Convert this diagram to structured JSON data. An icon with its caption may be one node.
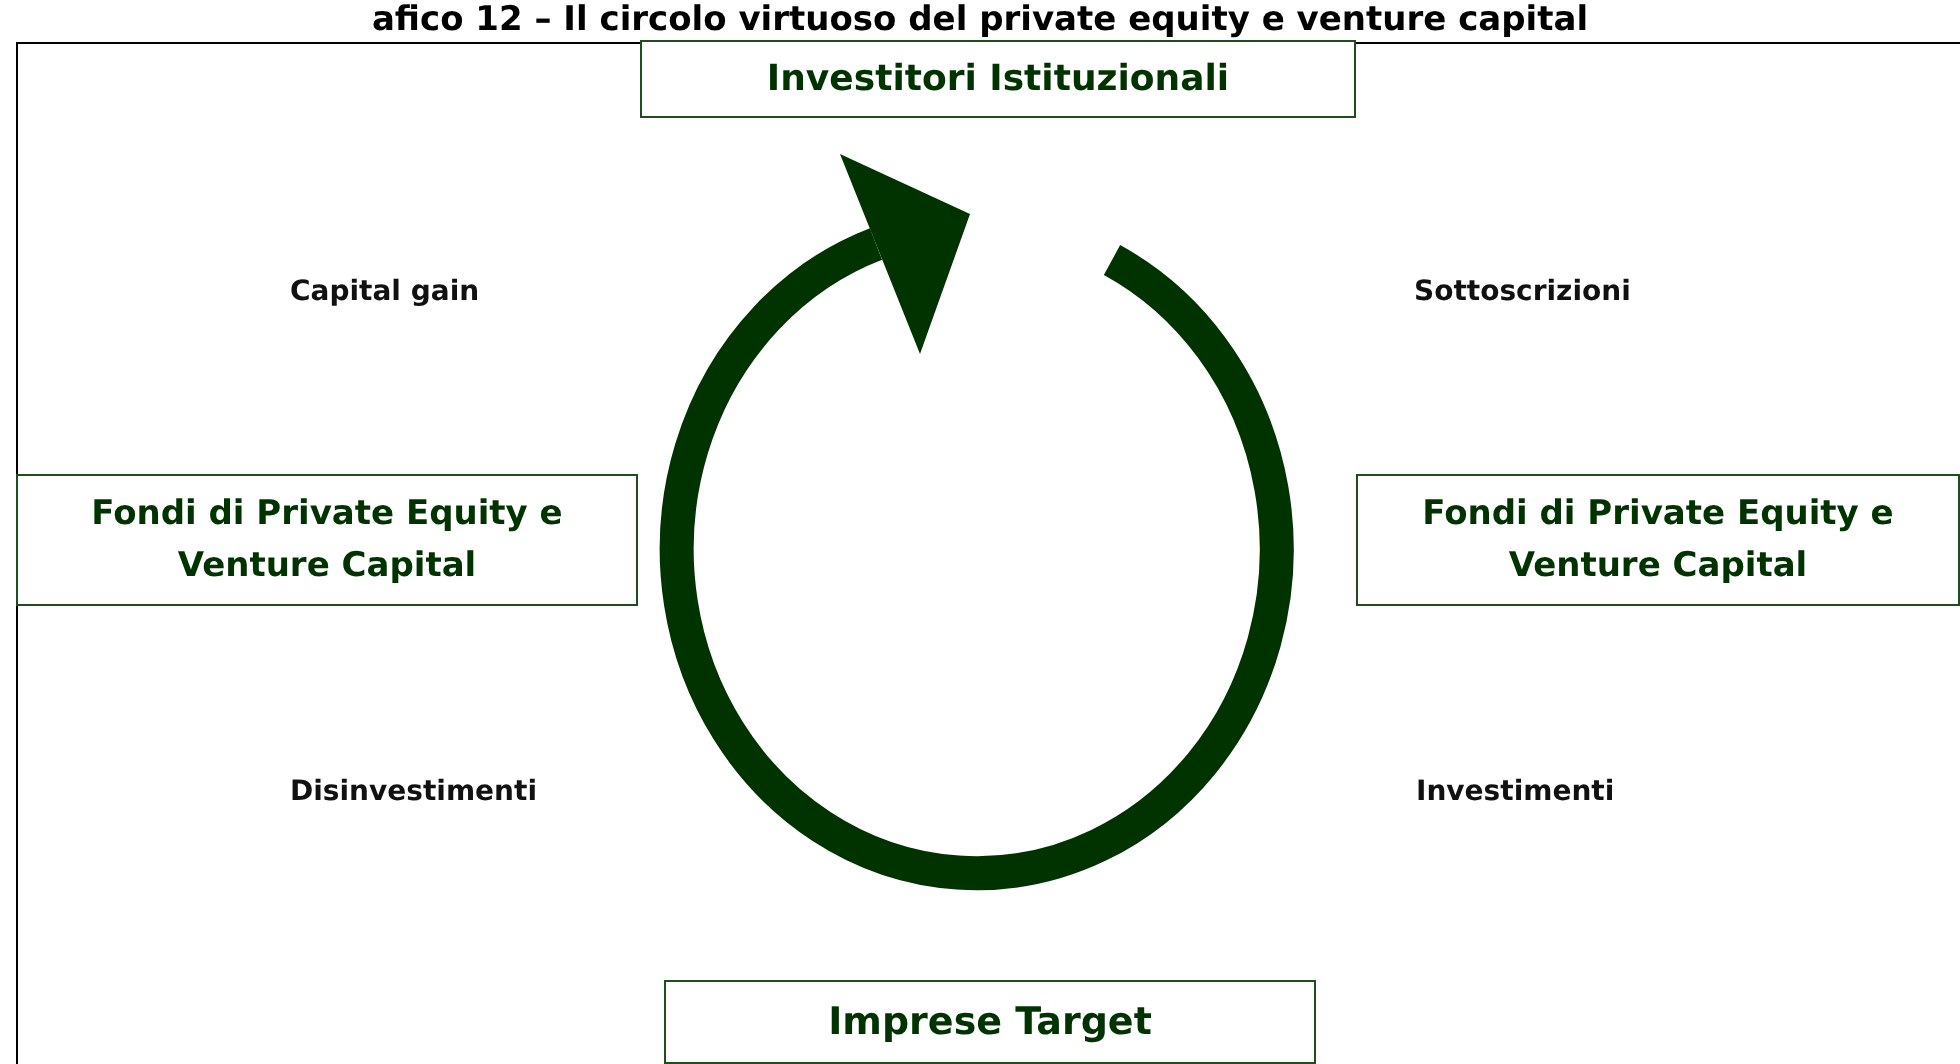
{
  "diagram": {
    "title": "afico 12 – Il circolo virtuoso del private equity e venture capital",
    "nodes": [
      {
        "text": [
          "Investitori Istituzionali"
        ]
      },
      {
        "text": [
          "Fondi di Private Equity e Venture Capital"
        ]
      },
      {
        "text": [
          "Fondi di Private Equity e Venture Capital"
        ]
      },
      {
        "text": [
          "Imprese Target"
        ]
      }
    ],
    "labels": [
      "Capital gain",
      "Sottoscrizioni",
      "Disinvestimenti",
      "Investimenti"
    ]
  }
}
